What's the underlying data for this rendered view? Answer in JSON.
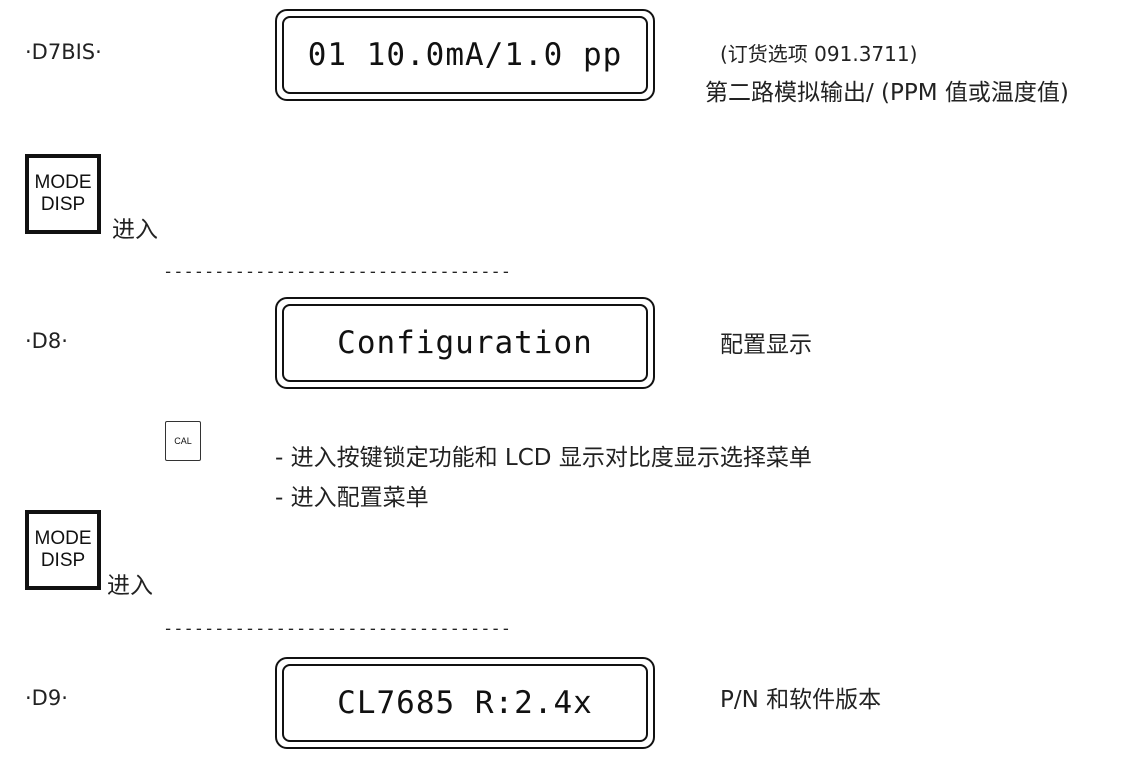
{
  "steps": [
    {
      "label": "·D7BIS·",
      "display": "01 10.0mA/1.0 pp",
      "desc_line1": "(订货选项 091.3711)",
      "desc_line2": "第二路模拟输出/ (PPM 值或温度值)"
    },
    {
      "label": "·D8·",
      "display": "Configuration",
      "desc": "配置显示"
    },
    {
      "label": "·D9·",
      "display": "CL7685 R:2.4x",
      "desc": "P/N 和软件版本"
    }
  ],
  "mode_button": {
    "line1": "MODE",
    "line2": "DISP"
  },
  "enter_text": "进入",
  "separator": "----------------------------------",
  "cal_button": "CAL",
  "cal_notes": [
    "- 进入按键锁定功能和 LCD 显示对比度显示选择菜单",
    "- 进入配置菜单"
  ]
}
